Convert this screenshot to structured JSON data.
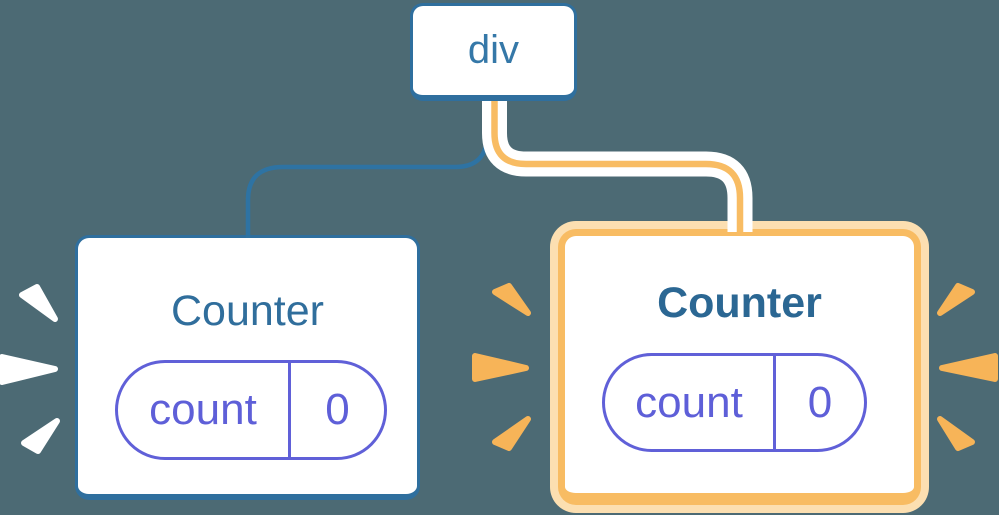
{
  "diagram": {
    "description": "React component tree: a div root element with two Counter children; the right Counter is highlighted with an orange glow and emphasis sparks",
    "background_color": "#4c6a74",
    "colors": {
      "blue_border": "#2f6f9e",
      "blue_connector": "#2e73a3",
      "div_text_blue": "#3578a8",
      "title_blue": "#306e9c",
      "pill_purple": "#6060d8",
      "highlight_orange_border": "#f8bc63",
      "highlight_orange_halo": "#fcdfb1",
      "spark_orange": "#f7b458",
      "spark_white": "#ffffff",
      "node_background": "#ffffff"
    },
    "tree": {
      "root": {
        "label": "div"
      },
      "children": [
        {
          "label": "Counter",
          "highlighted": false,
          "state_pill": {
            "key": "count",
            "value": "0"
          }
        },
        {
          "label": "Counter",
          "highlighted": true,
          "state_pill": {
            "key": "count",
            "value": "0"
          }
        }
      ]
    }
  }
}
